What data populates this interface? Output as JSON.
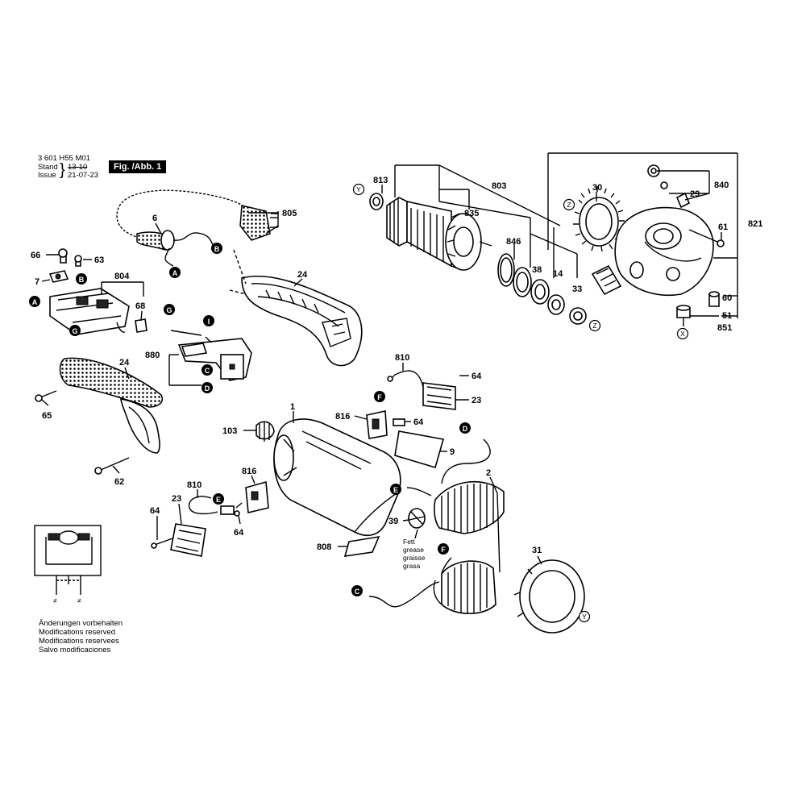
{
  "header": {
    "doc_number": "3 601 H55 M01",
    "stand_label": "Stand",
    "issue_label": "Issue",
    "stand_value": "13-10",
    "issue_value": "21-07-23",
    "figure_label": "Fig. /Abb. 1"
  },
  "notes": [
    "Änderungen vorbehalten",
    "Modifications reserved",
    "Modifications reservees",
    "Salvo modificaciones"
  ],
  "grease_labels": [
    "Fett",
    "grease",
    "graisse",
    "grasa"
  ],
  "part_numbers": {
    "p805": "805",
    "p6": "6",
    "p66": "66",
    "p63": "63",
    "p7": "7",
    "p804": "804",
    "p68": "68",
    "p24a": "24",
    "p24b": "24",
    "p880": "880",
    "p65": "65",
    "p62": "62",
    "p813": "813",
    "p803": "803",
    "p835": "835",
    "p846": "846",
    "p38": "38",
    "p14": "14",
    "p33": "33",
    "p30": "30",
    "p29": "29",
    "p840": "840",
    "p821": "821",
    "p61": "61",
    "p60": "60",
    "p51": "51",
    "p851": "851",
    "p810a": "810",
    "p64a": "64",
    "p23a": "23",
    "p816a": "816",
    "p64b": "64",
    "p1": "1",
    "p103": "103",
    "p9": "9",
    "p2": "2",
    "p816b": "816",
    "p810b": "810",
    "p23b": "23",
    "p64c": "64",
    "p64d": "64",
    "p808": "808",
    "p39": "39",
    "p31": "31"
  },
  "connector_markers": {
    "A1": "A",
    "A2": "A",
    "B1": "B",
    "B2": "B",
    "C1": "C",
    "C2": "C",
    "D1": "D",
    "D2": "D",
    "E1": "E",
    "E2": "E",
    "F1": "F",
    "F2": "F",
    "G1": "G",
    "G2": "G",
    "I1": "I",
    "Y1": "Y",
    "Y2": "Y",
    "Z1": "Z",
    "Z2": "Z",
    "X1": "X"
  }
}
